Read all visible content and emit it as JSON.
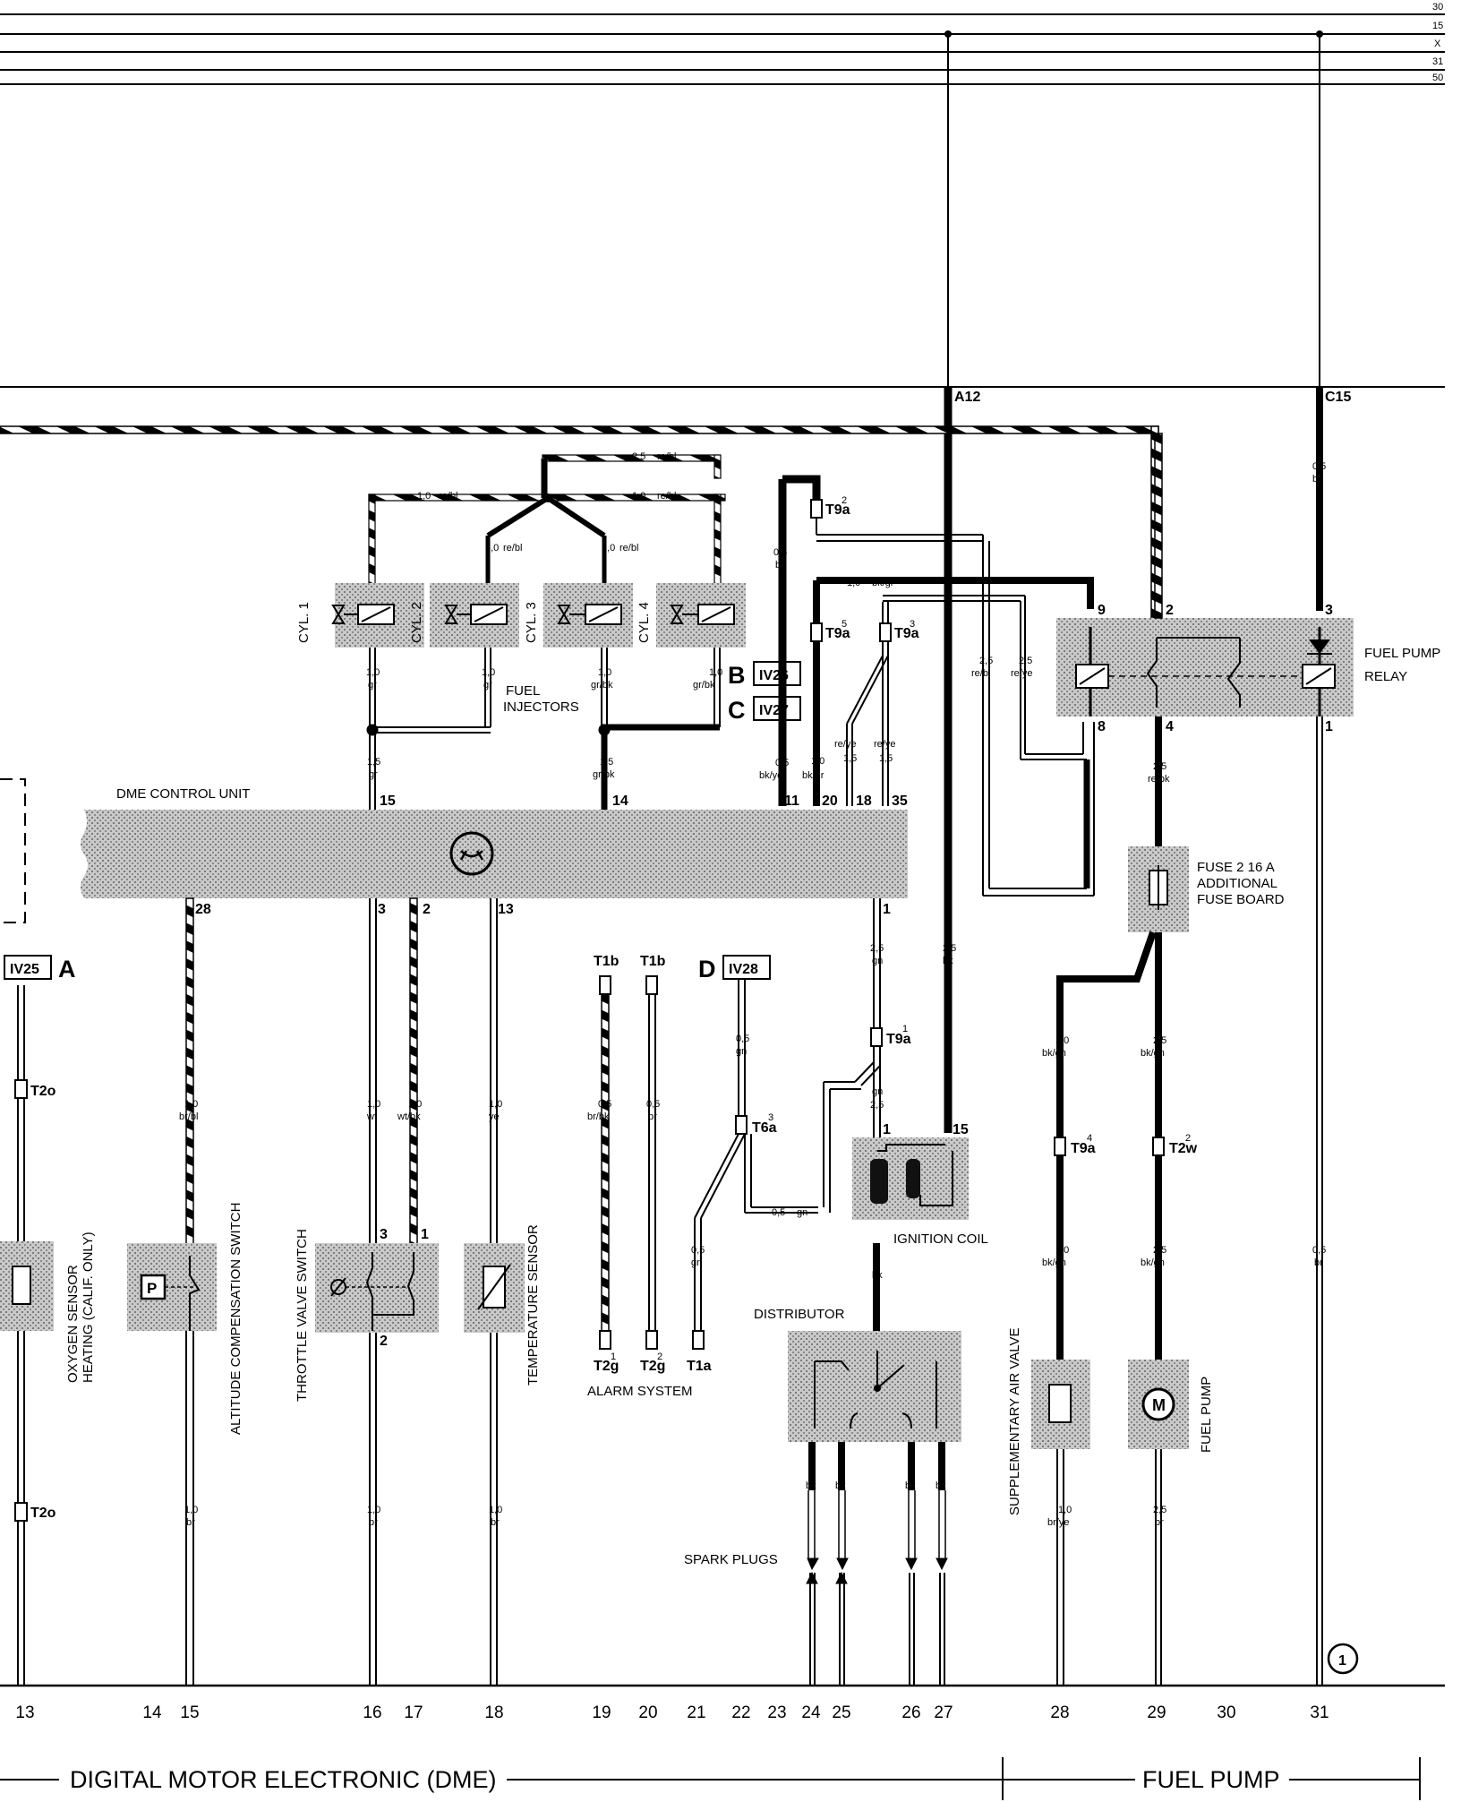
{
  "bus_labels": [
    "30",
    "15",
    "X",
    "31",
    "50"
  ],
  "fuse_refs": {
    "a12": "A12",
    "c15": "C15"
  },
  "sections": {
    "dme": "DIGITAL MOTOR ELECTRONIC (DME)",
    "fuel_pump": "FUEL PUMP"
  },
  "components": {
    "dme_control_unit": "DME CONTROL UNIT",
    "fuel_injectors": "FUEL\nINJECTORS",
    "cylinders": [
      "CYL. 1",
      "CYL. 2",
      "CYL. 3",
      "CYL. 4"
    ],
    "fuel_pump_relay": "FUEL PUMP\nRELAY",
    "fuse": "FUSE 2 16 A\nADDITIONAL\nFUSE BOARD",
    "ignition_coil": "IGNITION COIL",
    "distributor": "DISTRIBUTOR",
    "spark_plugs": "SPARK PLUGS",
    "alarm_system": "ALARM SYSTEM",
    "oxygen_sensor": "OXYGEN SENSOR\nHEATING (CALIF. ONLY)",
    "altitude_switch": "ALTITUDE COMPENSATION SWITCH",
    "throttle_switch": "THROTTLE VALVE SWITCH",
    "temperature_sensor": "TEMPERATURE SENSOR",
    "supplementary_air_valve": "SUPPLEMENTARY AIR VALVE",
    "fuel_pump": "FUEL PUMP"
  },
  "references": [
    {
      "letter": "A",
      "box": "IV25"
    },
    {
      "letter": "B",
      "box": "IV26"
    },
    {
      "letter": "C",
      "box": "IV27"
    },
    {
      "letter": "D",
      "box": "IV28"
    }
  ],
  "connectors": {
    "t2o": "T2o",
    "t9a2": "T9a",
    "t9a5": "T9a",
    "t9a3": "T9a",
    "t9a1": "T9a",
    "t9a4": "T9a",
    "t6a3": "T6a",
    "t2w2": "T2w",
    "t1b": "T1b",
    "t2g1": "T2g",
    "t2g2": "T2g",
    "t1a": "T1a"
  },
  "connector_supers": {
    "t9a2": "2",
    "t9a5": "5",
    "t9a3": "3",
    "t9a1": "1",
    "t9a4": "4",
    "t6a3": "3",
    "t2w2": "2",
    "t2g1": "1",
    "t2g2": "2"
  },
  "pins": {
    "dme_15": "15",
    "dme_14": "14",
    "dme_11": "11",
    "dme_20": "20",
    "dme_18": "18",
    "dme_35": "35",
    "dme_28": "28",
    "dme_3": "3",
    "dme_2": "2",
    "dme_13": "13",
    "dme_1": "1",
    "relay_9": "9",
    "relay_2": "2",
    "relay_3": "3",
    "relay_8": "8",
    "relay_4": "4",
    "relay_1": "1",
    "coil_15": "15",
    "coil_1": "1",
    "tvs_3": "3",
    "tvs_1": "1",
    "tvs_2": "2"
  },
  "wires": {
    "w_10_rebl_a": [
      "1,0",
      "re/bl"
    ],
    "w_10_rebl_b": [
      "1,0",
      "re/bl"
    ],
    "w_25_rebl": [
      "2,5",
      "re/bl"
    ],
    "w_10_rebl_c": [
      "1,0",
      "re/bl"
    ],
    "w_10_rebl_d": [
      "1,0",
      "re/bl"
    ],
    "w_10_gr_1": [
      "1,0",
      "gr"
    ],
    "w_10_gr_2": [
      "1,0",
      "gr"
    ],
    "w_10_grbk_3": [
      "1,0",
      "gr/bk"
    ],
    "w_10_grbk_4": [
      "1,0",
      "gr/bk"
    ],
    "w_15_gr": [
      "1,5",
      "gr"
    ],
    "w_15_grbk": [
      "1,5",
      "gr/bk"
    ],
    "w_05_bk_t92": [
      "0,5",
      "bk"
    ],
    "w_10_bkgr": [
      "1,0",
      "bk/gr"
    ],
    "w_05_bkye": [
      "0,5",
      "bk/ye"
    ],
    "w_10_bkgr_b": [
      "1,0",
      "bk/gr"
    ],
    "w_15_reye_a": [
      "1,5",
      "re/ye"
    ],
    "w_15_reye_b": [
      "1,5",
      "re/ye"
    ],
    "w_25_rebl_r": [
      "2,5",
      "re/bl"
    ],
    "w_25_reye_r": [
      "2,5",
      "re/ye"
    ],
    "w_05_bk_c15": [
      "0,5",
      "bk"
    ],
    "w_25_rebk": [
      "2,5",
      "re/bk"
    ],
    "w_25_gn": [
      "2,5",
      "gn"
    ],
    "w_25_bk_coil": [
      "2,5",
      "bk"
    ],
    "w_25_gn_coil": [
      "2,5",
      "gn"
    ],
    "w_05_gn_d": [
      "0,5",
      "gn"
    ],
    "w_05_gn_mid": [
      "0,5",
      "gn"
    ],
    "w_05_gn_low": [
      "0,5",
      "gn"
    ],
    "w_05_brbk": [
      "0,5",
      "br/bk"
    ],
    "w_05_br": [
      "0,5",
      "br"
    ],
    "w_10_brbl": [
      "1,0",
      "br/bl"
    ],
    "w_10_wt": [
      "1,0",
      "wt"
    ],
    "w_10_wtbk": [
      "1,0",
      "wt/bk"
    ],
    "w_10_ye": [
      "1,0",
      "ye"
    ],
    "w_10_bkgn_a": [
      "1,0",
      "bk/gn"
    ],
    "w_10_bkgn_b": [
      "1,0",
      "bk/gn"
    ],
    "w_25_bkgn_a": [
      "2,5",
      "bk/gn"
    ],
    "w_25_bkgn_b": [
      "2,5",
      "bk/gn"
    ],
    "w_05_br_31": [
      "0,5",
      "br"
    ],
    "w_10_br_15": [
      "1,0",
      "br"
    ],
    "w_10_br_16": [
      "1,0",
      "br"
    ],
    "w_10_br_18": [
      "1,0",
      "br"
    ],
    "w_10_brye": [
      "1,0",
      "br/ye"
    ],
    "w_25_br": [
      "2,5",
      "br"
    ]
  },
  "coil_lead": "bk",
  "plug_leads": [
    "bk",
    "bk",
    "bk",
    "bk"
  ],
  "ground_ref": "1",
  "column_numbers": [
    {
      "n": "13"
    },
    {
      "n": "14"
    },
    {
      "n": "15"
    },
    {
      "n": "16"
    },
    {
      "n": "17"
    },
    {
      "n": "18"
    },
    {
      "n": "19"
    },
    {
      "n": "20"
    },
    {
      "n": "21"
    },
    {
      "n": "22"
    },
    {
      "n": "23"
    },
    {
      "n": "24"
    },
    {
      "n": "25"
    },
    {
      "n": "26"
    },
    {
      "n": "27"
    },
    {
      "n": "28"
    },
    {
      "n": "29"
    },
    {
      "n": "30"
    },
    {
      "n": "31"
    }
  ]
}
